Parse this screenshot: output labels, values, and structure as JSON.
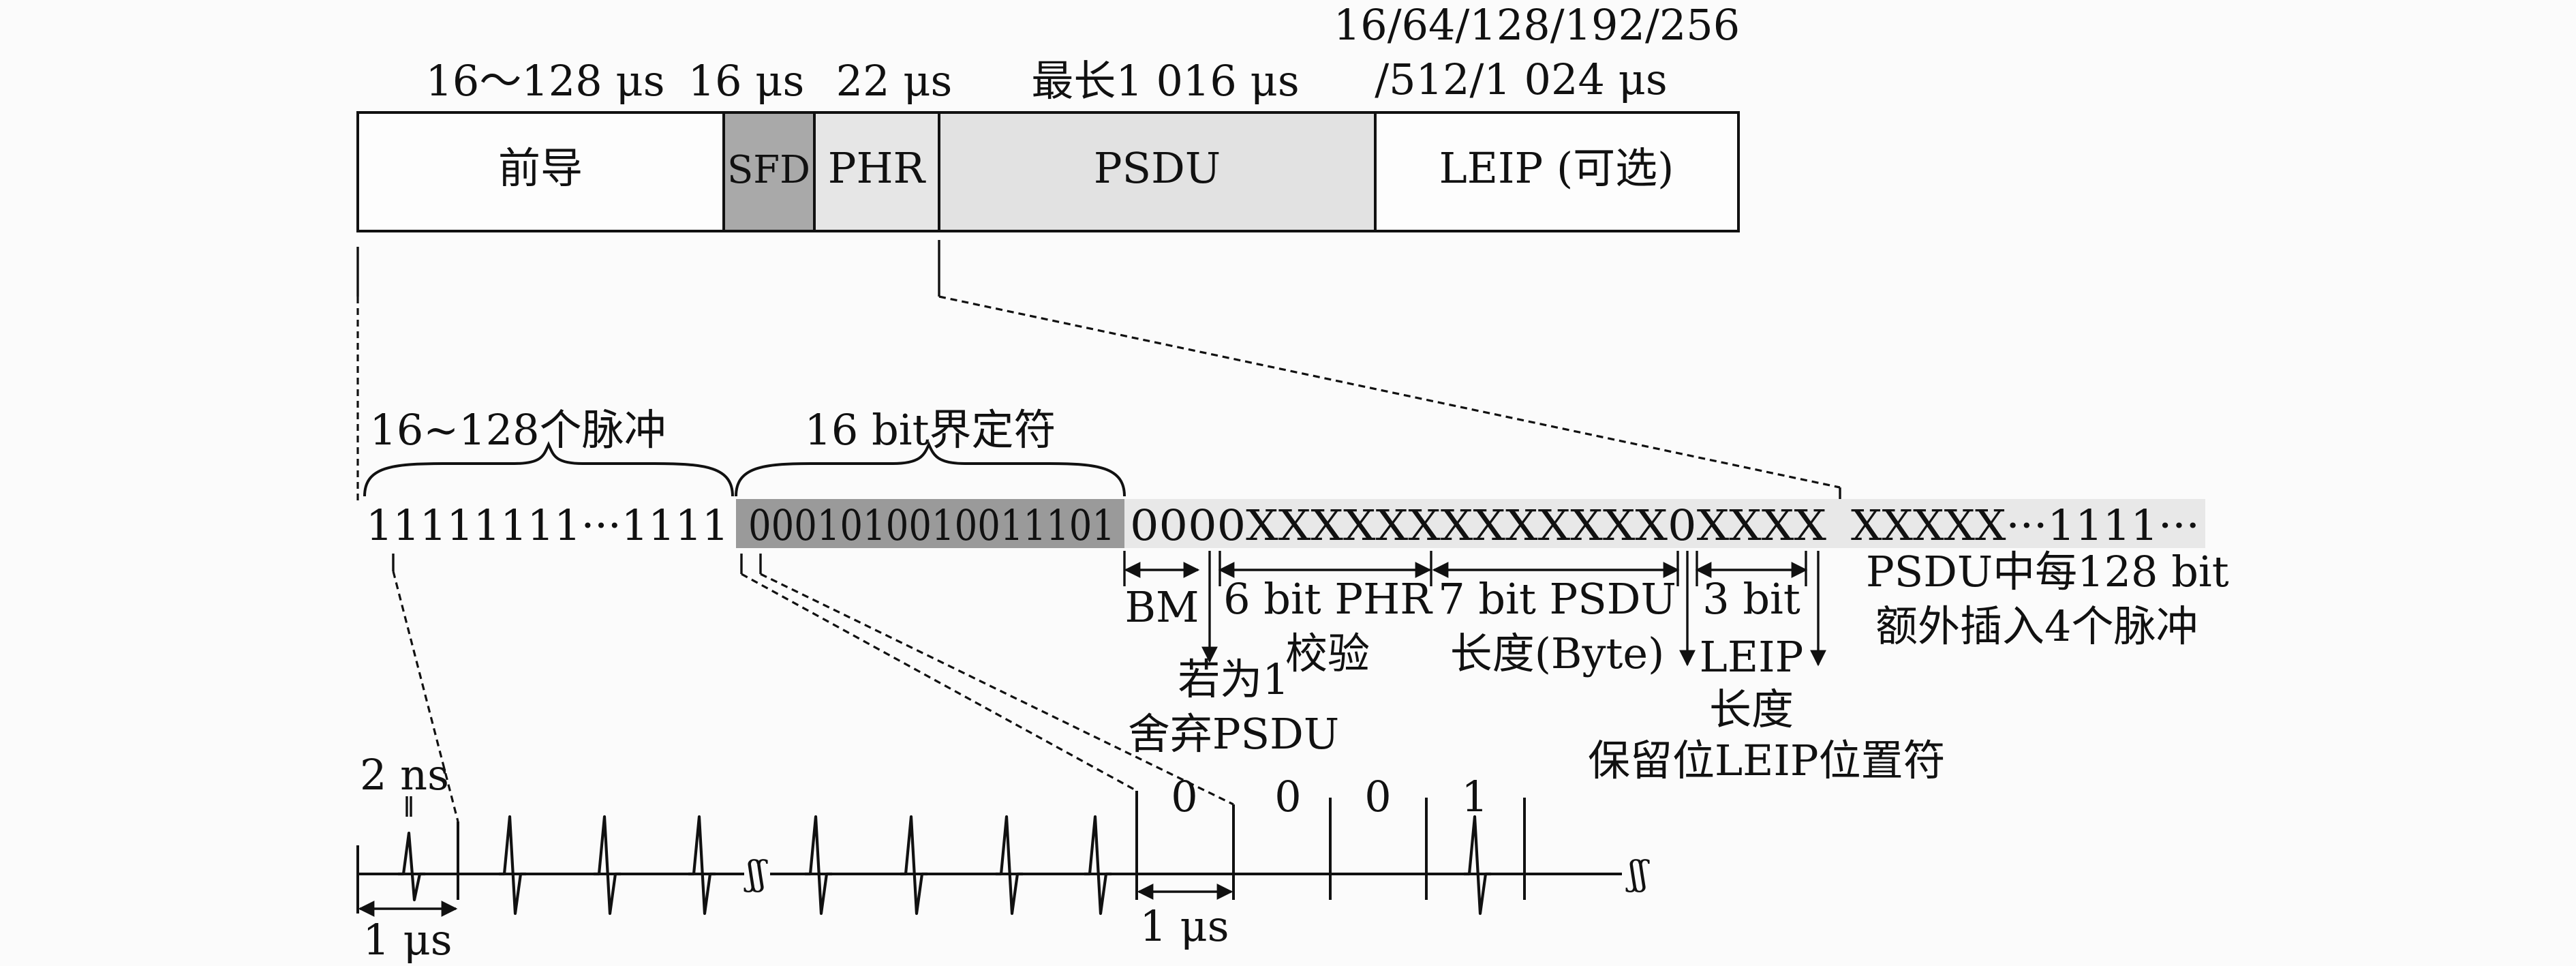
{
  "frame": {
    "fields": [
      {
        "name": "前导",
        "duration": "16～128 μs",
        "color": "#fdfdfd"
      },
      {
        "name": "SFD",
        "duration": "16 μs",
        "color": "#a9a9a9"
      },
      {
        "name": "PHR",
        "duration": "22 μs",
        "color": "#e6e6e6"
      },
      {
        "name": "PSDU",
        "duration": "最长1 016 μs",
        "color": "#e2e2e2"
      },
      {
        "name": "LEIP (可选)",
        "duration_line1": "16/64/128/192/256",
        "duration_line2": "/512/1 024 μs",
        "color": "#fdfdfd"
      }
    ]
  },
  "detail": {
    "preamble_brace": "16~128个脉冲",
    "sfd_brace": "16 bit界定符",
    "preamble_bits": "11111111···1111",
    "sfd_bits": "0001010010011101",
    "phr_bits": "0000XXXXXXXXXXXXX0XXXX",
    "psdu_bits": "XXXXX···1111···",
    "sfd_bits_color": "#9a9a9a",
    "phr_bits_color": "#e8e8e8",
    "phr_labels": {
      "bm": "BM",
      "bm_note_1": "若为1",
      "bm_note_2": "舍弃PSDU",
      "crc_1": "6 bit PHR",
      "crc_2": "校验",
      "len_1": "7 bit PSDU",
      "len_2": "长度(Byte)",
      "reserved": "保留位",
      "leip_len_1": "3 bit",
      "leip_len_2": "LEIP",
      "leip_len_3": "长度",
      "leip_pos": "LEIP位置符"
    },
    "psdu_note_1": "PSDU中每128 bit",
    "psdu_note_2": "额外插入4个脉冲"
  },
  "timing": {
    "pulse_width": "2 ns",
    "symbol_1": "1 μs",
    "symbol_2": "1 μs",
    "sfd_symbols": [
      "0",
      "0",
      "0",
      "1"
    ]
  }
}
